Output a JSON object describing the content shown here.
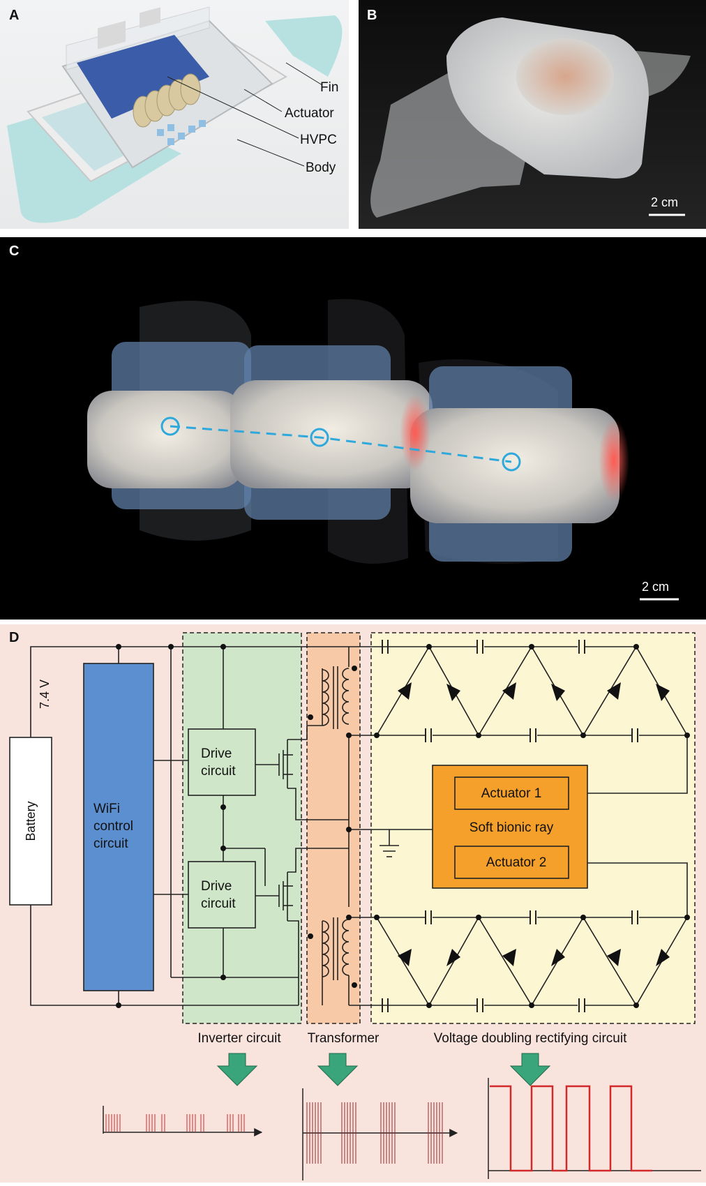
{
  "panels": {
    "a": {
      "letter": "A",
      "labels": {
        "fin": "Fin",
        "actuator": "Actuator",
        "hvpc": "HVPC",
        "body": "Body"
      }
    },
    "b": {
      "letter": "B",
      "scale": "2 cm"
    },
    "c": {
      "letter": "C",
      "scale": "2 cm"
    },
    "d": {
      "letter": "D",
      "voltage": "7.4 V",
      "battery": "Battery",
      "wifi": [
        "WiFi",
        "control",
        "circuit"
      ],
      "drive": [
        "Drive",
        "circuit"
      ],
      "actuator1": "Actuator 1",
      "actuator2": "Actuator 2",
      "ray": "Soft bionic ray",
      "section_inverter": "Inverter circuit",
      "section_transformer": "Transformer",
      "section_voltage": "Voltage doubling rectifying circuit"
    }
  },
  "colors": {
    "green_region": "#cfe6c8",
    "orange_region": "#f7c9a6",
    "yellow_region": "#fcf6d3",
    "pink_bg": "#f9e3dd",
    "wifi_blue": "#5b8fd0",
    "orange_box": "#f5a02a",
    "arrow_green": "#3aa57a",
    "marker_blue": "#2fa8dc",
    "signal_red": "#d12a2a"
  }
}
